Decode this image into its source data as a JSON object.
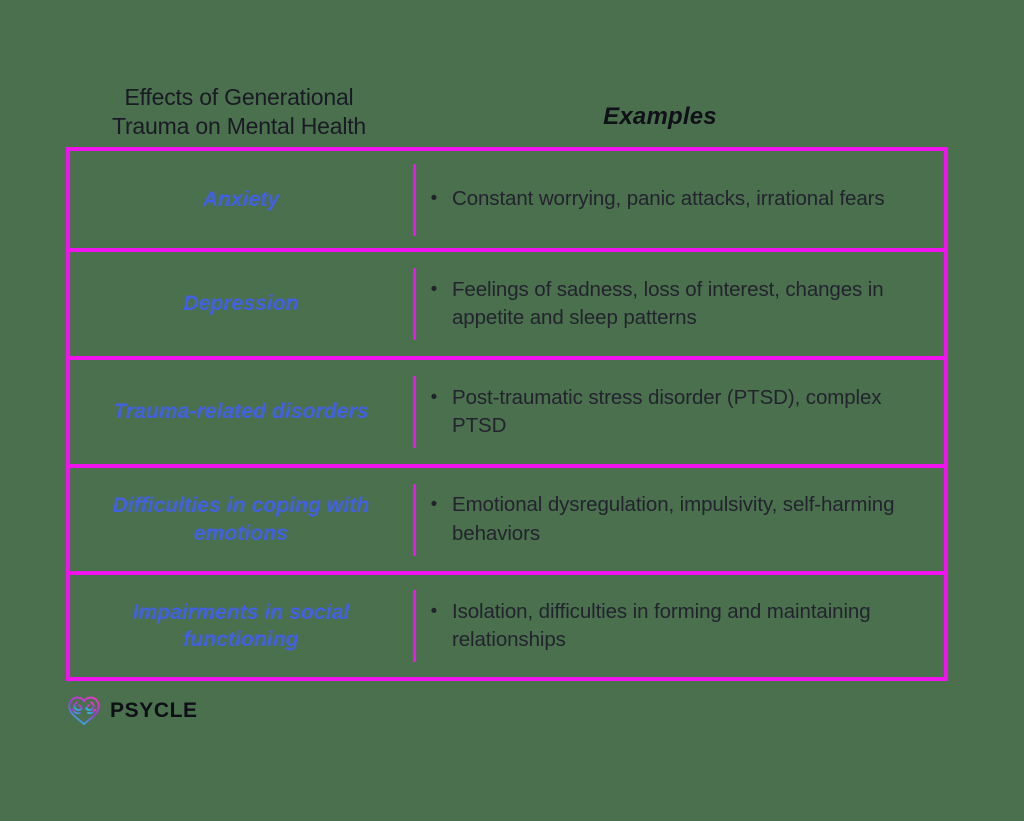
{
  "headers": {
    "left": "Effects of Generational Trauma on Mental Health",
    "left_line1": "Effects of Generational",
    "left_line2": "Trauma on Mental Health",
    "right": "Examples"
  },
  "bullet_glyph": "•",
  "rows": [
    {
      "effect": "Anxiety",
      "example": "Constant worrying, panic attacks, irrational fears"
    },
    {
      "effect": "Depression",
      "example": "Feelings of sadness, loss of interest, changes in appetite and sleep patterns"
    },
    {
      "effect": "Trauma-related disorders",
      "example": "Post-traumatic stress disorder (PTSD), complex PTSD"
    },
    {
      "effect": "Difficulties in coping with emotions",
      "example": "Emotional dysregulation, impulsivity, self-harming behaviors"
    },
    {
      "effect": "Impairments in social functioning",
      "example": "Isolation, difficulties in forming and maintaining relationships"
    }
  ],
  "brand": {
    "name": "PSYCLE",
    "mark": "brain-heart-icon"
  },
  "colors": {
    "background": "#4a704e",
    "table_border": "#f013f0",
    "effect_text": "#4260e6",
    "example_text": "#23232e",
    "header_text": "#1a1a24",
    "brand_gradient_start": "#e838c8",
    "brand_gradient_end": "#22c1e8"
  }
}
